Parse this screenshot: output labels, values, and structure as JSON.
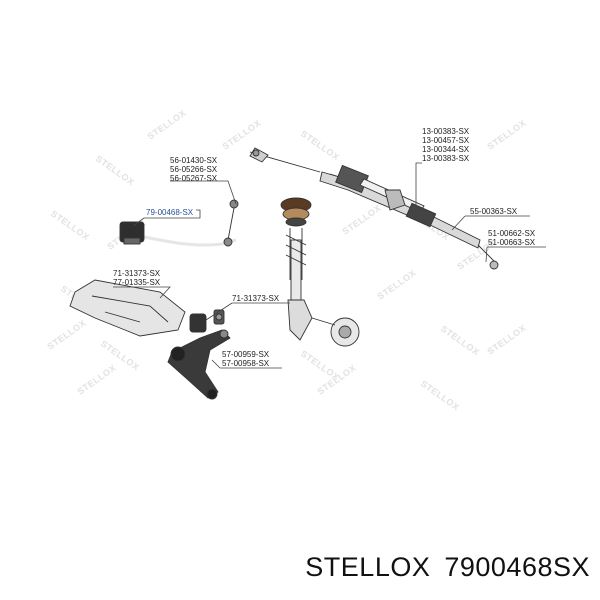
{
  "watermark": "STELLOX",
  "labels": {
    "rack_group": [
      "13-00383-SX",
      "13-00457-SX",
      "13-00344-SX",
      "13-00383-SX"
    ],
    "link_group": [
      "56-01430-SX",
      "56-05266-SX",
      "56-05267-SX"
    ],
    "tie_rod": "55-00363-SX",
    "tie_end_group": [
      "51-00662-SX",
      "51-00663-SX"
    ],
    "stabilizer_bushing": "79-00468-SX",
    "subframe_group": [
      "71-31373-SX",
      "77-01335-SX"
    ],
    "arm_bushing": "71-31373-SX",
    "control_arm_group": [
      "57-00959-SX",
      "57-00958-SX"
    ]
  },
  "colors": {
    "highlight": "#2a4f9a",
    "text": "#222222",
    "watermark": "#e2e2e2"
  },
  "footer": {
    "brand": "STELLOX",
    "part_number": "7900468SX"
  }
}
